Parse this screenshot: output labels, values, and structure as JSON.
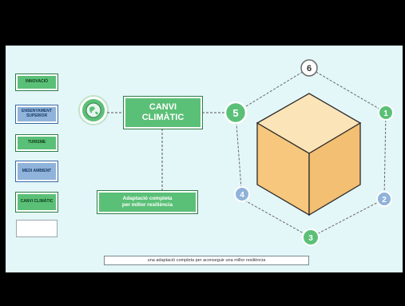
{
  "sidebar": {
    "items": [
      {
        "label": "INNOVACIÓ",
        "style": "green"
      },
      {
        "label": "ENSENYAMENT SUPERIOR",
        "style": "blue"
      },
      {
        "label": "TURISME",
        "style": "green"
      },
      {
        "label": "MEDI AMBIENT",
        "style": "blue"
      },
      {
        "label": "CANVI CLIMÀTIC",
        "style": "green"
      },
      {
        "label": "",
        "style": "blank"
      }
    ]
  },
  "center": {
    "globe_icon": "globe-icon",
    "title": "CANVI\nCLIMÀTIC",
    "adaptation": "Adaptació completa\nper millor resiliència"
  },
  "hexagon": {
    "nodes": [
      {
        "number": "1",
        "style": "green"
      },
      {
        "number": "2",
        "style": "blue"
      },
      {
        "number": "3",
        "style": "green"
      },
      {
        "number": "4",
        "style": "blue"
      },
      {
        "number": "5",
        "style": "green"
      },
      {
        "number": "6",
        "style": "white"
      }
    ],
    "cube_colors": {
      "top": "#fbe4b8",
      "left": "#f6c77d",
      "right": "#f3bf73",
      "edge": "#2b2b2b"
    }
  },
  "caption": "una adaptació completa per aconseguir una millor resiliència",
  "colors": {
    "background": "#e3f6f8",
    "green": "#5bc077",
    "blue": "#8fb3da",
    "letterbox": "#000000"
  }
}
